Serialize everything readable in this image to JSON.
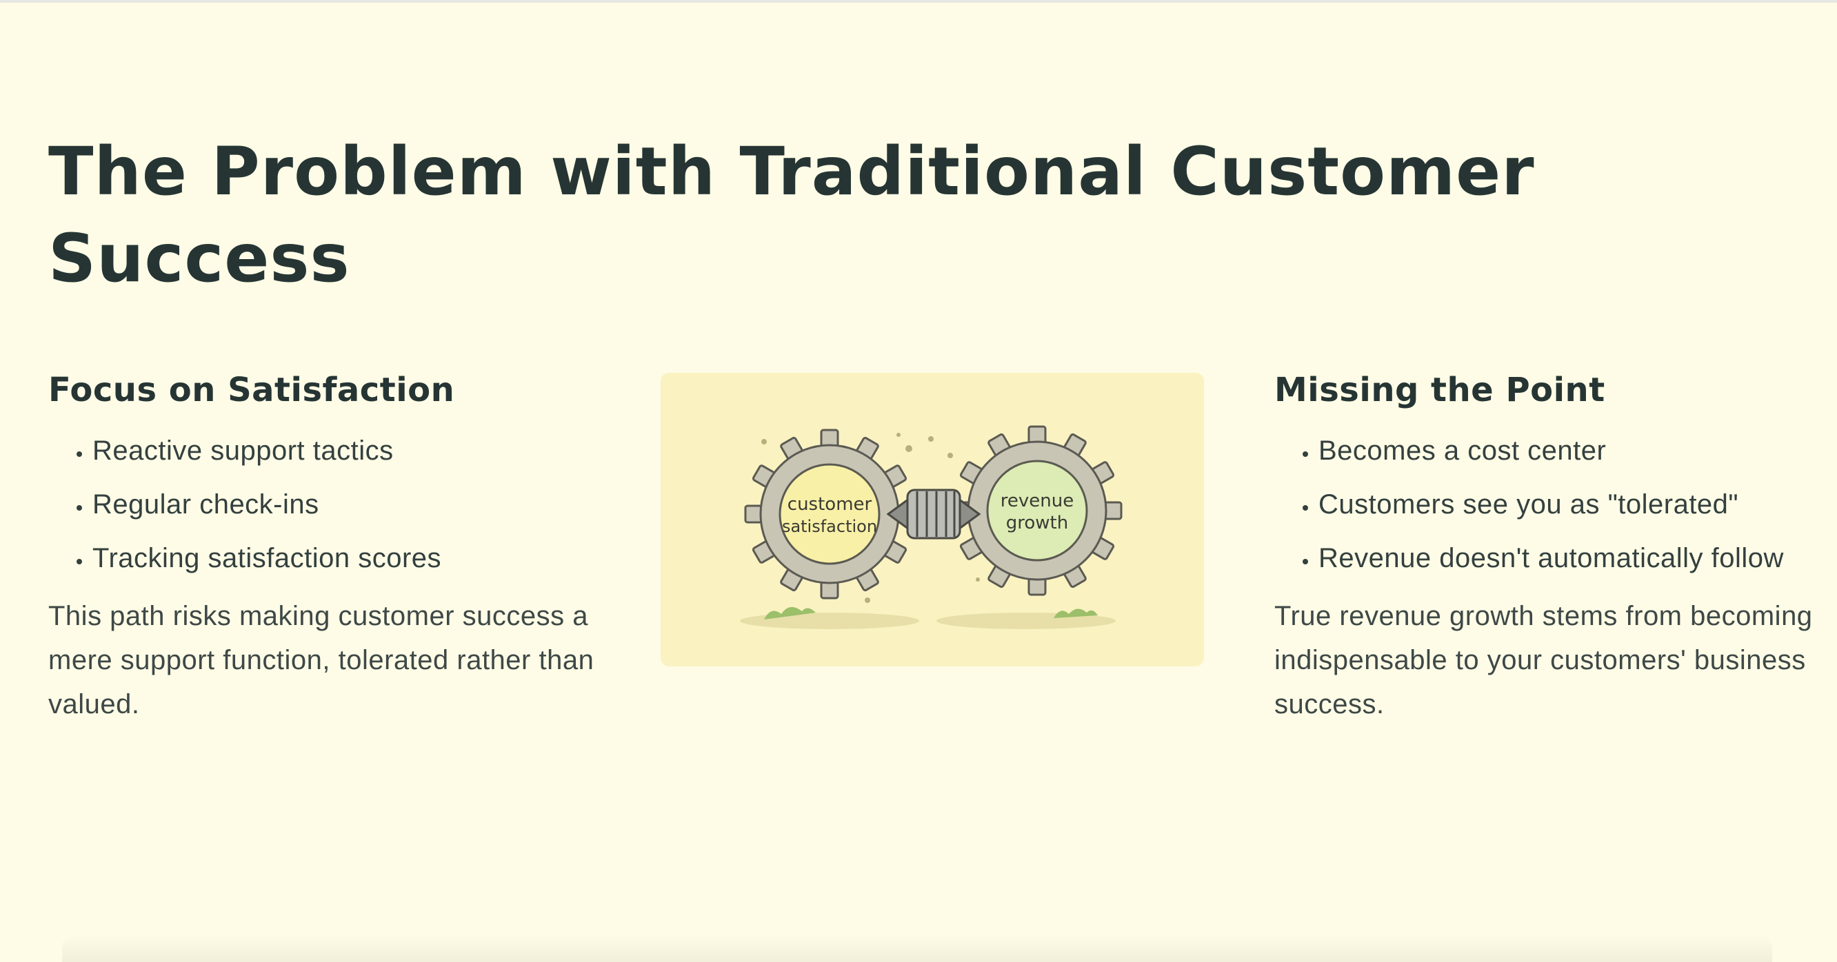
{
  "slide": {
    "title": "The Problem with Traditional Customer Success",
    "left": {
      "heading": "Focus on Satisfaction",
      "bullets": [
        "Reactive support tactics",
        "Regular check-ins",
        "Tracking satisfaction scores"
      ],
      "paragraph": "This path risks making customer success a mere support function, tolerated rather than valued."
    },
    "illustration": {
      "left_gear_text": [
        "customer",
        "satisfaction"
      ],
      "right_gear_text": [
        "revenue",
        "growth"
      ]
    },
    "right": {
      "heading": "Missing the Point",
      "bullets": [
        "Becomes a cost center",
        "Customers see you as \"tolerated\"",
        "Revenue doesn't automatically follow"
      ],
      "paragraph": "True revenue growth stems from becoming indispensable to your customers' business success."
    }
  },
  "colors": {
    "background": "#fefce6",
    "text": "#263534",
    "image_card": "#faf2c1"
  }
}
